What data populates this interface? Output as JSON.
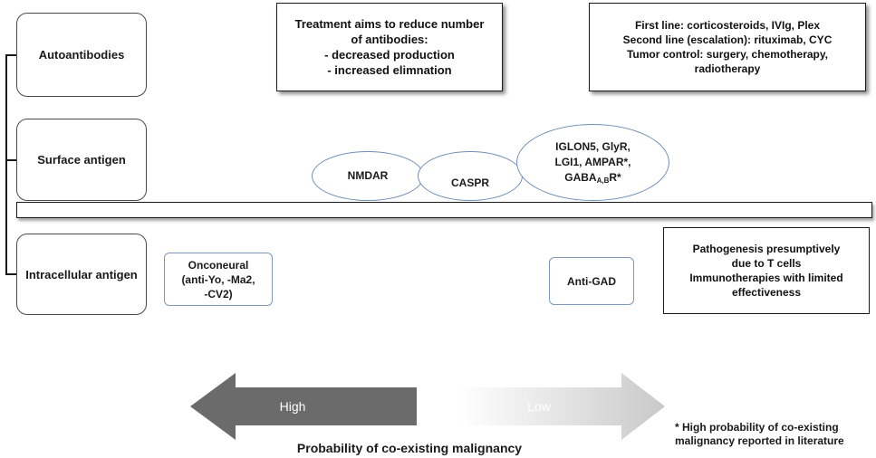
{
  "categories": {
    "autoantibodies": "Autoantibodies",
    "surface": "Surface antigen",
    "intracellular": "Intracellular antigen"
  },
  "treatment_aims": {
    "line1": "Treatment aims to reduce number",
    "line2": "of antibodies:",
    "line3": "- decreased production",
    "line4": "- increased elimnation"
  },
  "therapy_lines": {
    "line1": "First line: corticosteroids, IVIg, Plex",
    "line2": "Second line (escalation): rituximab, CYC",
    "line3": "Tumor control: surgery, chemotherapy,",
    "line4": "radiotherapy"
  },
  "surface_antigens": {
    "nmdar": "NMDAR",
    "caspr": "CASPR",
    "group": {
      "line1": "IGLON5, GlyR,",
      "line2": "LGI1, AMPAR*,",
      "line3_main": "GABA",
      "line3_sub": "A,B",
      "line3_end": "R*"
    }
  },
  "intracellular_antigens": {
    "onconeural": {
      "line1": "Onconeural",
      "line2": "(anti-Yo, -Ma2,",
      "line3": "-CV2)"
    },
    "anti_gad": "Anti-GAD"
  },
  "pathogenesis": {
    "line1": "Pathogenesis presumptively",
    "line2": "due to T cells",
    "line3": "Immunotherapies with limited",
    "line4": "effectiveness"
  },
  "arrows": {
    "high": "High",
    "low": "Low",
    "high_color": "#6b6b6b",
    "low_color": "#c9c9c9"
  },
  "probability_label": "Probability of co-existing malignancy",
  "footnote": {
    "line1": "* High probability of co-existing",
    "line2": "malignancy reported in literature"
  }
}
